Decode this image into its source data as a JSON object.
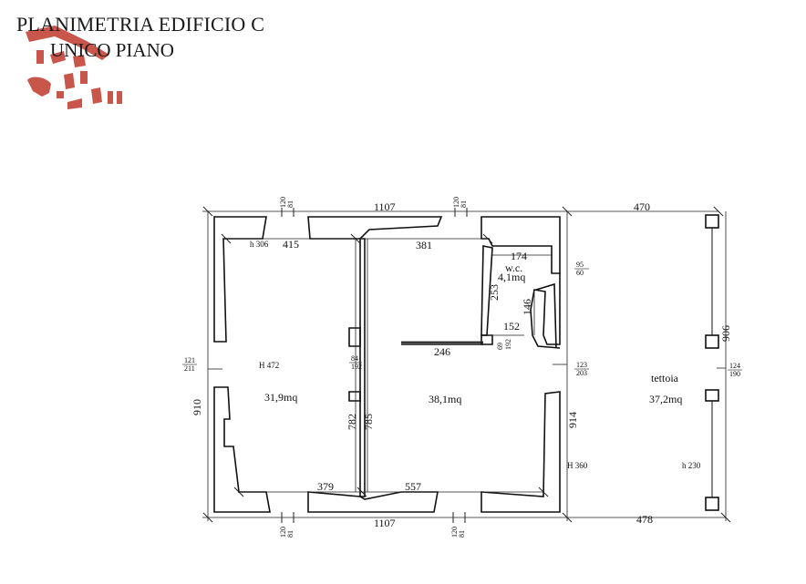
{
  "title": {
    "line1": "PLANIMETRIA EDIFICIO C",
    "line2": "UNICO PIANO"
  },
  "colors": {
    "wall": "#111111",
    "stamp_red": "#c0392b",
    "line": "#222222"
  },
  "dimensions": {
    "top_total": "1107",
    "bottom_total": "1107",
    "tettoia_top": "470",
    "tettoia_bottom": "478",
    "top_left_room": "415",
    "top_mid_room": "381",
    "wc_width": "174",
    "wc_depth": "253",
    "corridor_152": "152",
    "corridor_146": "146",
    "inner_246": "246",
    "left_height": "910",
    "right_height": "914",
    "tettoia_height": "906",
    "wall_782": "782",
    "wall_785": "785",
    "bottom_left_room": "379",
    "bottom_mid_room": "557"
  },
  "heights": {
    "h306": "h 306",
    "H472": "H 472",
    "H360": "H 360",
    "h230": "h 230"
  },
  "rooms": {
    "room1_area": "31,9mq",
    "room2_area": "38,1mq",
    "wc_label": "w.c.",
    "wc_area": "4,1mq",
    "tettoia_label": "tettoia",
    "tettoia_area": "37,2mq"
  },
  "openings": {
    "top_win1_a": "120",
    "top_win1_b": "81",
    "top_win2_a": "120",
    "top_win2_b": "81",
    "bot_win1_a": "120",
    "bot_win1_b": "81",
    "bot_win2_a": "120",
    "bot_win2_b": "81",
    "left_win_a": "121",
    "left_win_b": "211",
    "door_mid_a": "84",
    "door_mid_b": "192",
    "right_door_a": "123",
    "right_door_b": "203",
    "tettoia_side_a": "124",
    "tettoia_side_b": "190",
    "wc_win_a": "95",
    "wc_win_b": "60",
    "wc_door_a": "69",
    "wc_door_b": "192"
  }
}
